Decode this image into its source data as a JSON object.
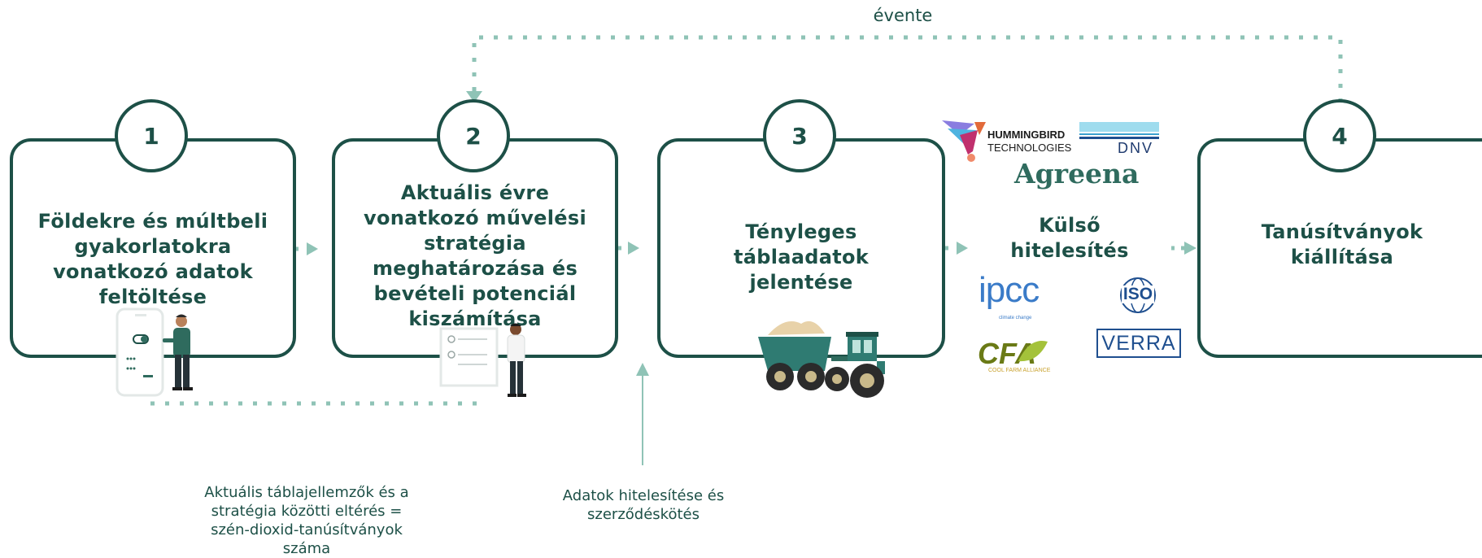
{
  "header": {
    "loop_label": "évente"
  },
  "steps": [
    {
      "number": "1",
      "text": "Földekre és múltbeli gyakorlatokra vonatkozó adatok feltöltése"
    },
    {
      "number": "2",
      "text": "Aktuális évre vonatkozó művelési stratégia meghatározása és bevételi potenciál kiszámítása"
    },
    {
      "number": "3",
      "text": "Tényleges táblaadatok jelentése"
    },
    {
      "number": "4",
      "text": "Tanúsítványok kiállítása"
    }
  ],
  "verification": {
    "label": "Külső hitelesítés"
  },
  "logos": {
    "hummingbird_line1": "HUMMINGBIRD",
    "hummingbird_line2": "TECHNOLOGIES",
    "dnv": "DNV",
    "agreena": "Agreena",
    "ipcc": "ipcc",
    "ipcc_sub": "climate change",
    "iso": "ISO",
    "cfa": "CFA",
    "cfa_sub": "COOL FARM ALLIANCE",
    "verra": "VERRA"
  },
  "notes": {
    "difference": "Aktuális táblajellemzők és a stratégia közötti eltérés = szén-dioxid-tanúsítványok száma",
    "validation": "Adatok hitelesítése és szerződéskötés"
  },
  "colors": {
    "primary": "#1d5047",
    "accent": "#8fc3b6",
    "agreena": "#2f6b5e"
  }
}
